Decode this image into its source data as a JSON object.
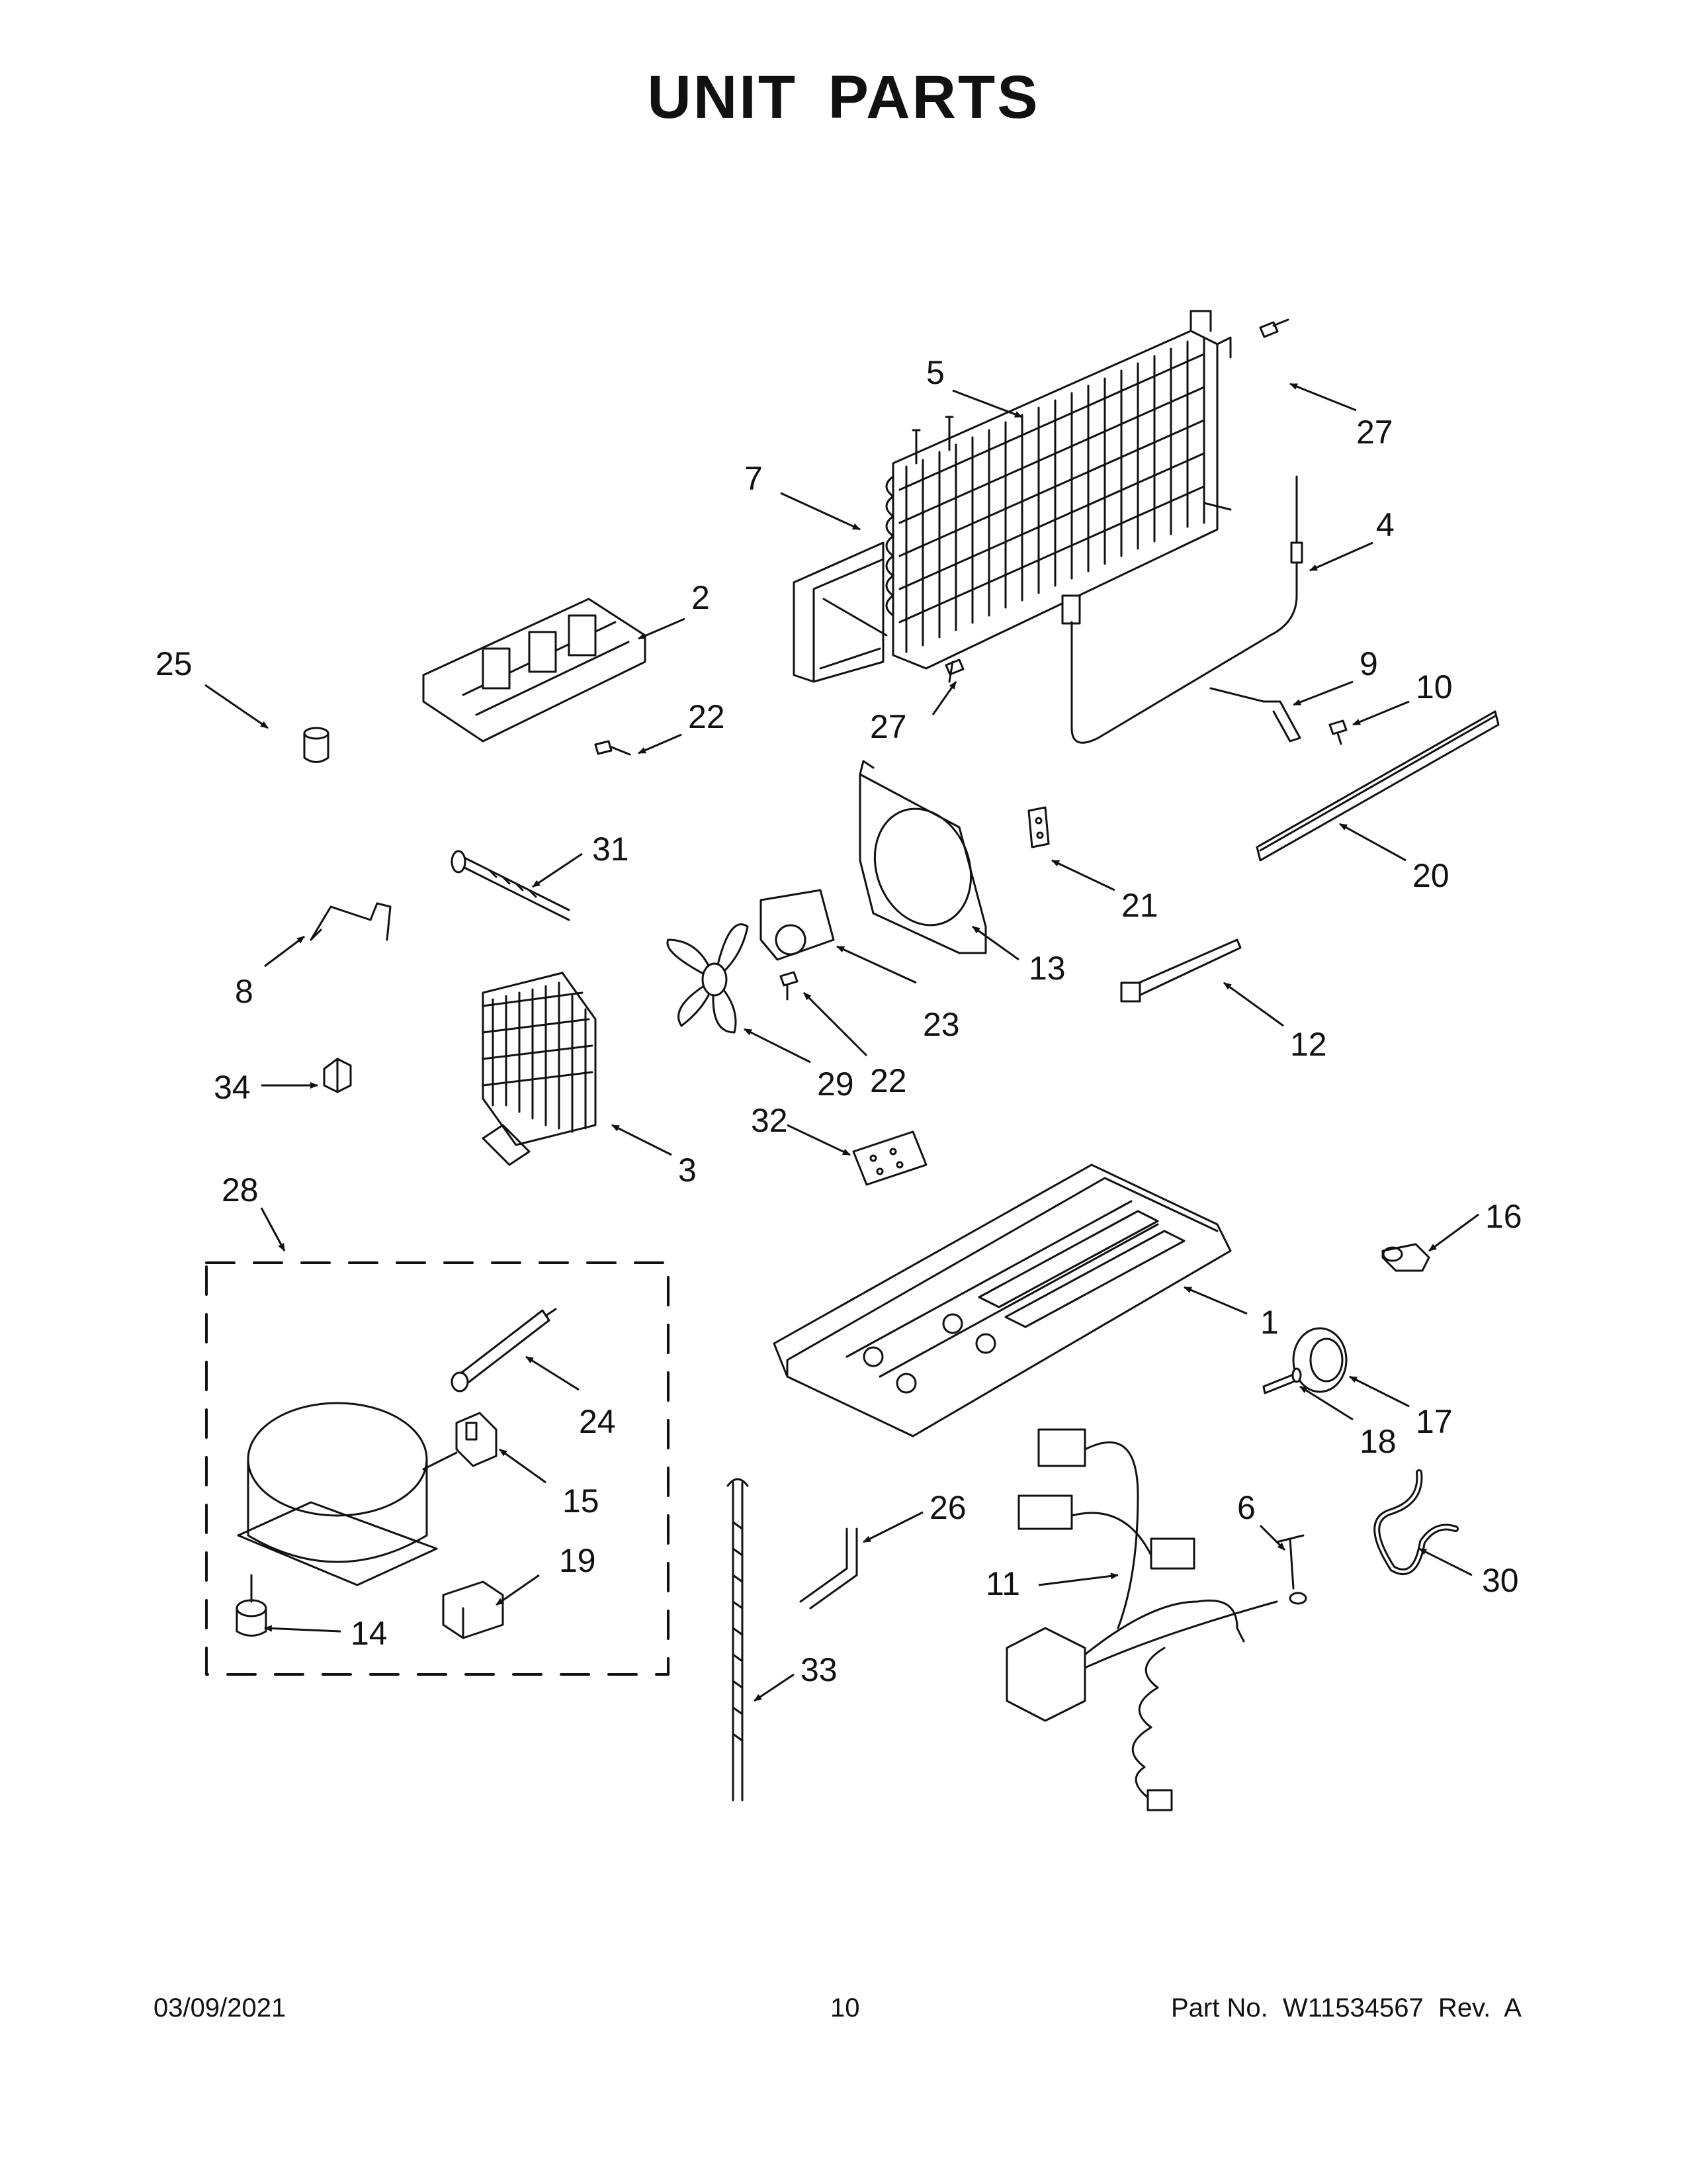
{
  "page": {
    "title": "UNIT PARTS",
    "footer_date": "03/09/2021",
    "footer_page": "10",
    "footer_part": "Part No.  W11534567  Rev.  A"
  },
  "callouts": [
    {
      "id": "c1",
      "label": "1"
    },
    {
      "id": "c2",
      "label": "2"
    },
    {
      "id": "c3",
      "label": "3"
    },
    {
      "id": "c4",
      "label": "4"
    },
    {
      "id": "c5",
      "label": "5"
    },
    {
      "id": "c6",
      "label": "6"
    },
    {
      "id": "c7",
      "label": "7"
    },
    {
      "id": "c8",
      "label": "8"
    },
    {
      "id": "c9",
      "label": "9"
    },
    {
      "id": "c10",
      "label": "10"
    },
    {
      "id": "c11",
      "label": "11"
    },
    {
      "id": "c12",
      "label": "12"
    },
    {
      "id": "c13",
      "label": "13"
    },
    {
      "id": "c14",
      "label": "14"
    },
    {
      "id": "c15",
      "label": "15"
    },
    {
      "id": "c16",
      "label": "16"
    },
    {
      "id": "c17",
      "label": "17"
    },
    {
      "id": "c18",
      "label": "18"
    },
    {
      "id": "c19",
      "label": "19"
    },
    {
      "id": "c20",
      "label": "20"
    },
    {
      "id": "c21",
      "label": "21"
    },
    {
      "id": "c22a",
      "label": "22"
    },
    {
      "id": "c22b",
      "label": "22"
    },
    {
      "id": "c23",
      "label": "23"
    },
    {
      "id": "c24",
      "label": "24"
    },
    {
      "id": "c25",
      "label": "25"
    },
    {
      "id": "c26",
      "label": "26"
    },
    {
      "id": "c27a",
      "label": "27"
    },
    {
      "id": "c27b",
      "label": "27"
    },
    {
      "id": "c28",
      "label": "28"
    },
    {
      "id": "c29",
      "label": "29"
    },
    {
      "id": "c30",
      "label": "30"
    },
    {
      "id": "c31",
      "label": "31"
    },
    {
      "id": "c32",
      "label": "32"
    },
    {
      "id": "c33",
      "label": "33"
    },
    {
      "id": "c34",
      "label": "34"
    }
  ]
}
